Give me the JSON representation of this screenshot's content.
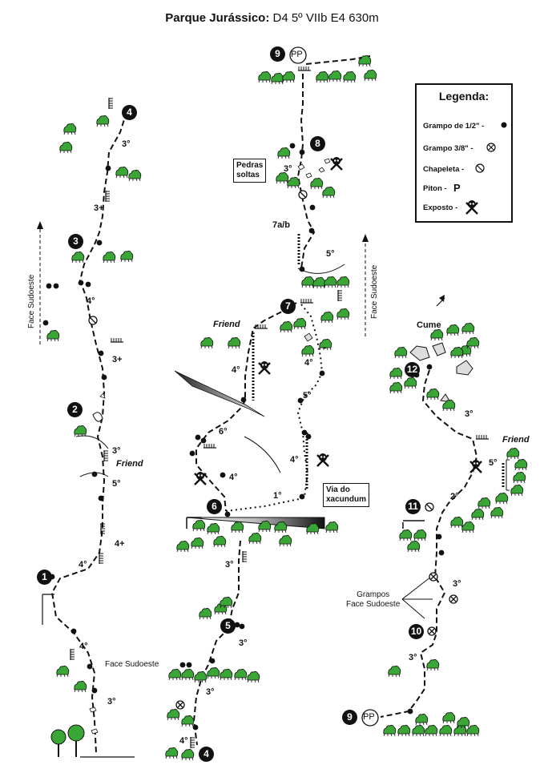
{
  "title": {
    "name": "Parque Jurássico",
    "sep": ":",
    "grade": "D4 5º VIIb E4 630m"
  },
  "legend": {
    "title": "Legenda:",
    "items": [
      {
        "label": "Grampo de 1/2\" -",
        "icon": "filled-dot-icon"
      },
      {
        "label": "Grampo 3/8\" -",
        "icon": "circled-x-icon"
      },
      {
        "label": "Chapeleta -",
        "icon": "circle-slash-icon"
      },
      {
        "label": "Piton -",
        "icon": "piton-p-icon"
      },
      {
        "label": "Exposto -",
        "icon": "skull-icon"
      }
    ],
    "piton_letter": "P"
  },
  "pitches": {
    "p1": "1",
    "p2": "2",
    "p3": "3",
    "p4a": "4",
    "p4b": "4",
    "p5": "5",
    "p6": "6",
    "p7": "7",
    "p8": "8",
    "p9a": "9",
    "p9b": "9",
    "p10": "10",
    "p11": "11",
    "p12": "12"
  },
  "belay_pp": "PP",
  "grades": {
    "g3_a": "3°",
    "g3plus_a": "3+",
    "g4_a": "4°",
    "g3plus_b": "3+",
    "g3_b": "3°",
    "g5_a": "5°",
    "g4plus": "4+",
    "g4_b": "4°",
    "g4_c": "4°",
    "g3_c": "3°",
    "g3_d": "3°",
    "g3_e": "3°",
    "g3_f": "3°",
    "g4_d": "4°",
    "g6": "6°",
    "g4_e": "4°",
    "g4_f": "4°",
    "g1": "1°",
    "g4_g": "4°",
    "g5_b": "5°",
    "g4_h": "4°",
    "g3_g": "3°",
    "g7ab": "7a/b",
    "g5_c": "5°",
    "g3_h": "3°",
    "g5_d": "5°",
    "g2": "2°",
    "g3_i": "3°",
    "g3_j": "3°"
  },
  "labels": {
    "friend_left": "Friend",
    "friend_mid": "Friend",
    "friend_right": "Friend",
    "face_left": "Face Sudoeste",
    "face_mid_vert": "Face Sudoeste",
    "face_mid_horiz": "Face Sudoeste",
    "pedras": "Pedras\nsoltas",
    "xacundum": "Via do\nxacundum",
    "cume": "Cume",
    "grampos_face": "Grampos\nFace Sudoeste"
  }
}
